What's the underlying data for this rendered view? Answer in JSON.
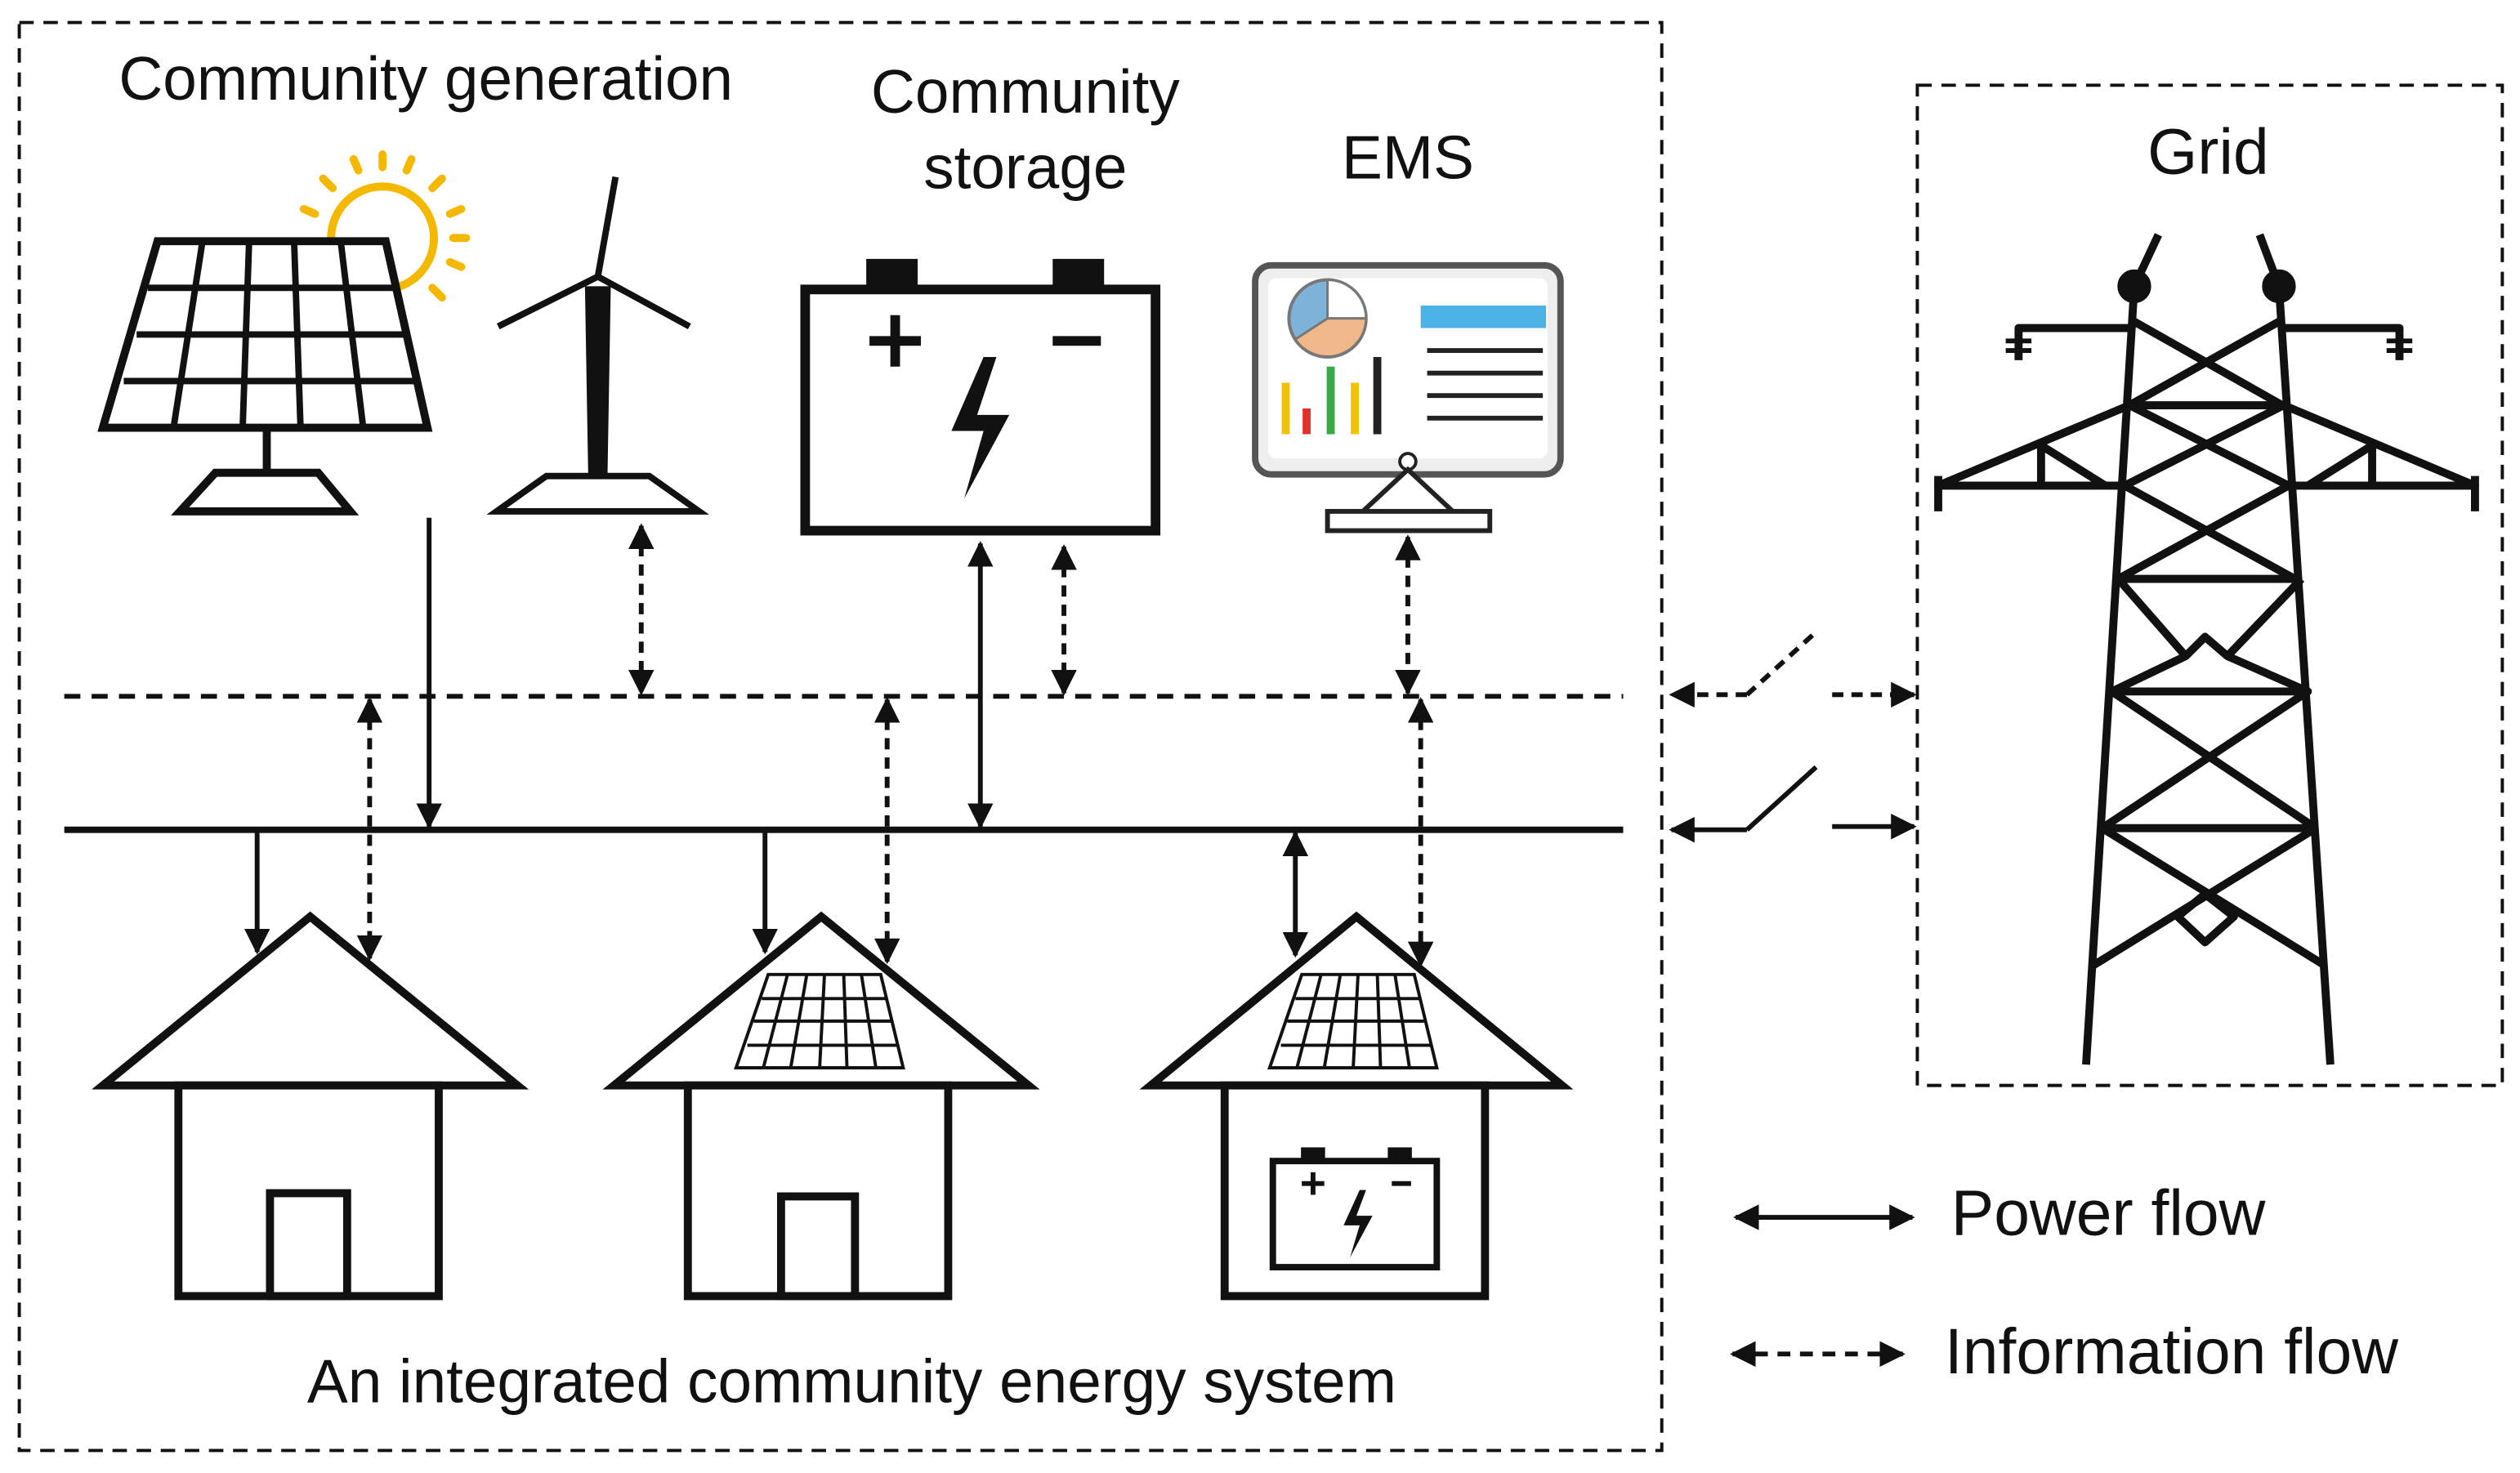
{
  "labels": {
    "community_generation": "Community generation",
    "community_storage_line1": "Community",
    "community_storage_line2": "storage",
    "ems": "EMS",
    "grid": "Grid",
    "system_caption": "An integrated community energy system"
  },
  "legend": {
    "power_flow": "Power flow",
    "information_flow": "Information flow"
  },
  "colors": {
    "stroke": "#111111",
    "sun": "#f5b800",
    "ems_bar": "#4db3e6",
    "pie_blue": "#7fb2d9",
    "pie_orange": "#f0b78a",
    "chart_yellow": "#f2c200",
    "chart_red": "#e0322b",
    "chart_green": "#3aa845"
  },
  "icons": [
    "solar-panel-icon",
    "sun-icon",
    "wind-turbine-icon",
    "battery-icon",
    "ems-monitor-icon",
    "transmission-tower-icon",
    "house-icon",
    "switch-icon"
  ]
}
